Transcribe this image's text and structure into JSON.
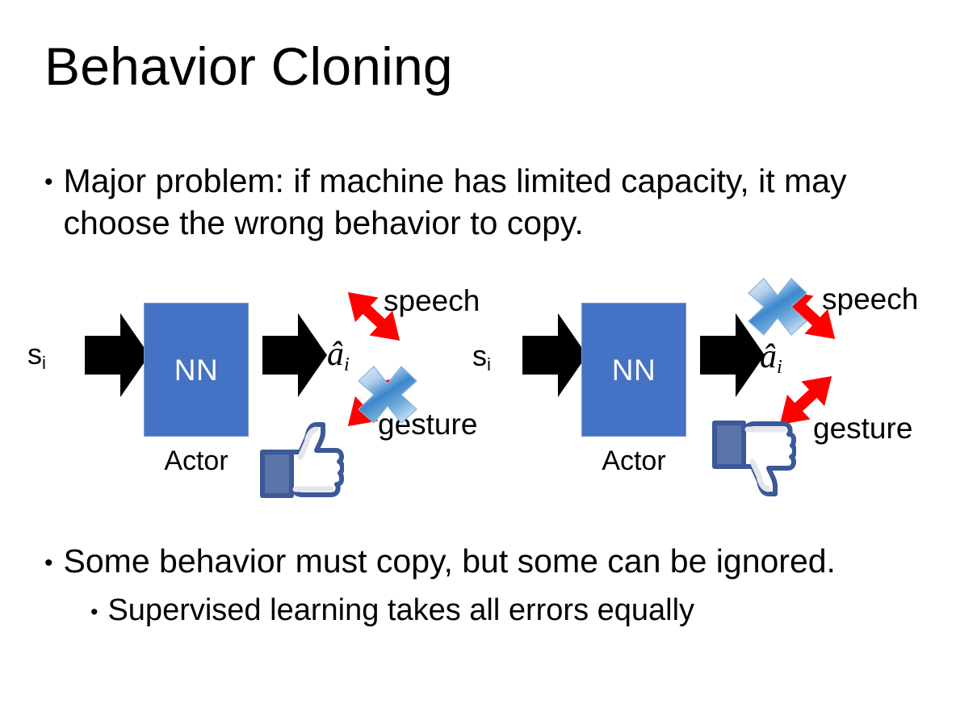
{
  "slide": {
    "title": "Behavior Cloning",
    "background_color": "#FFFFFF"
  },
  "bullets": {
    "top": {
      "marker": "•",
      "text": "Major problem: if machine has limited capacity, it may choose the wrong behavior to copy."
    },
    "bottom_level1": {
      "marker": "•",
      "text": "Some behavior must copy, but some can be ignored."
    },
    "bottom_level2": {
      "marker": "•",
      "text": "Supervised learning takes all errors equally"
    }
  },
  "colors": {
    "nn_box_fill": "#4472C4",
    "nn_box_border": "#7F9CCF",
    "red_arrow": "#FF0000",
    "x_mark_blue": "#5B9BD5",
    "thumb_outline": "#3B5998",
    "black_arrow": "#000000",
    "text": "#000000"
  },
  "diagrams": [
    {
      "id": "left",
      "state_label": "s",
      "state_subscript": "i",
      "nn_label": "NN",
      "actor_label": "Actor",
      "action_label": "â",
      "action_subscript": "i",
      "input_arrow_icon": "black-block-arrow-right",
      "output_arrow_icon": "black-block-arrow-right",
      "outputs": [
        {
          "label": "speech",
          "arrow_icon": "red-double-arrow-up-right",
          "crossed_out": false
        },
        {
          "label": "gesture",
          "arrow_icon": "red-double-arrow-down-right",
          "crossed_out": true
        }
      ],
      "verdict_icon": "thumbs-up-icon",
      "verdict": "like"
    },
    {
      "id": "right",
      "state_label": "s",
      "state_subscript": "i",
      "nn_label": "NN",
      "actor_label": "Actor",
      "action_label": "â",
      "action_subscript": "i",
      "input_arrow_icon": "black-block-arrow-right",
      "output_arrow_icon": "black-block-arrow-right",
      "outputs": [
        {
          "label": "speech",
          "arrow_icon": "red-double-arrow-up-right",
          "crossed_out": true
        },
        {
          "label": "gesture",
          "arrow_icon": "red-double-arrow-down-right",
          "crossed_out": false
        }
      ],
      "verdict_icon": "thumbs-down-icon",
      "verdict": "dislike"
    }
  ]
}
